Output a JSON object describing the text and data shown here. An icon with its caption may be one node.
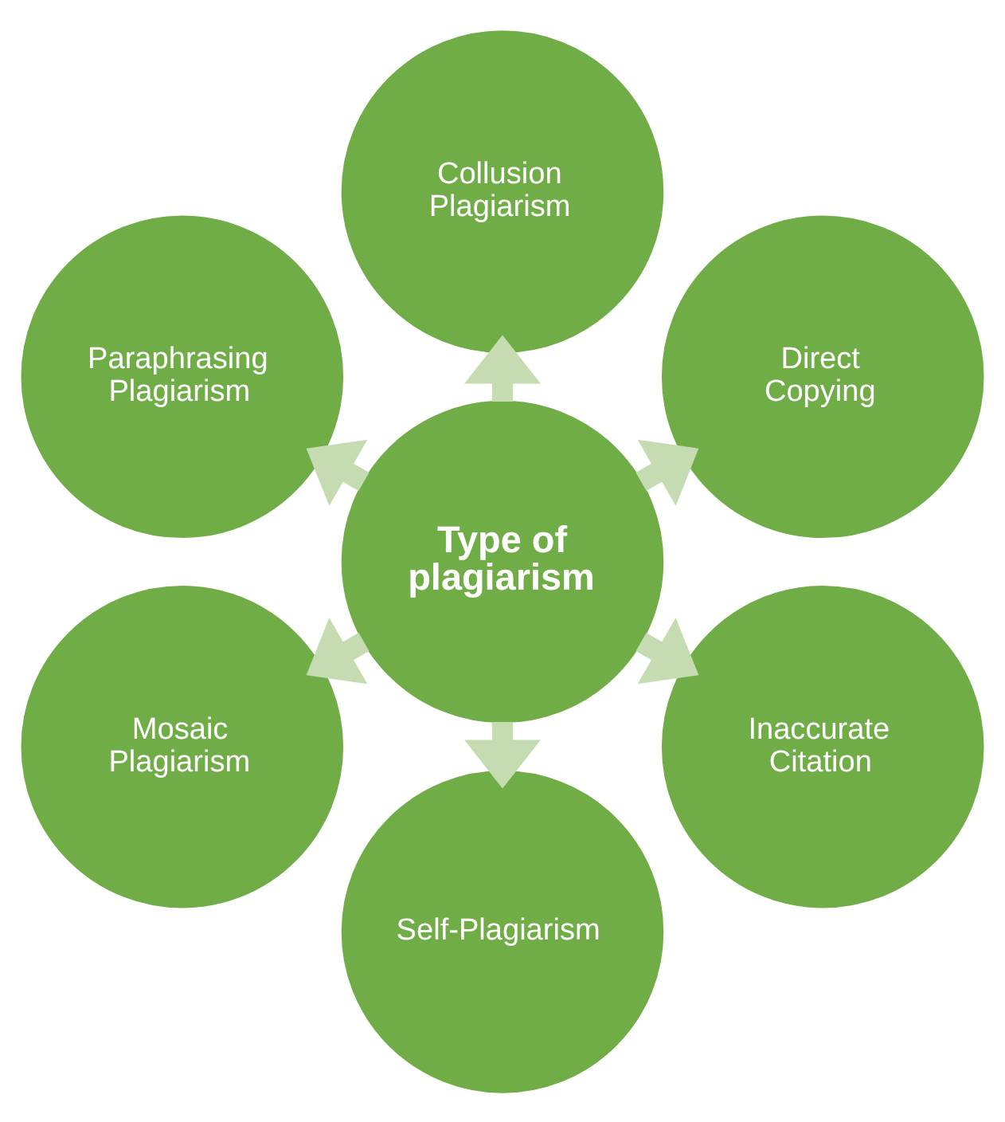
{
  "diagram": {
    "nodes": [
      {
        "text": [
          "Direct Copying"
        ]
      },
      {
        "text": [
          "Collusion Plagiarism"
        ]
      },
      {
        "text": [
          "Paraphrasing Plagiarism"
        ]
      },
      {
        "text": [
          "Type of plagiarism"
        ]
      },
      {
        "text": [
          "Mosaic Plagiarism"
        ]
      },
      {
        "text": [
          "Self-Plagiarism"
        ]
      },
      {
        "text": [
          "Inaccurate Citation"
        ]
      }
    ],
    "edges": [
      {
        "from": 3,
        "to": 0,
        "arrow": "to"
      },
      {
        "from": 3,
        "to": 2,
        "arrow": "to"
      },
      {
        "from": 3,
        "to": 5,
        "arrow": "to"
      },
      {
        "from": 3,
        "to": 6,
        "arrow": "to"
      },
      {
        "from": 3,
        "to": 4,
        "arrow": "to"
      },
      {
        "from": 3,
        "to": 1,
        "arrow": "to"
      }
    ]
  }
}
